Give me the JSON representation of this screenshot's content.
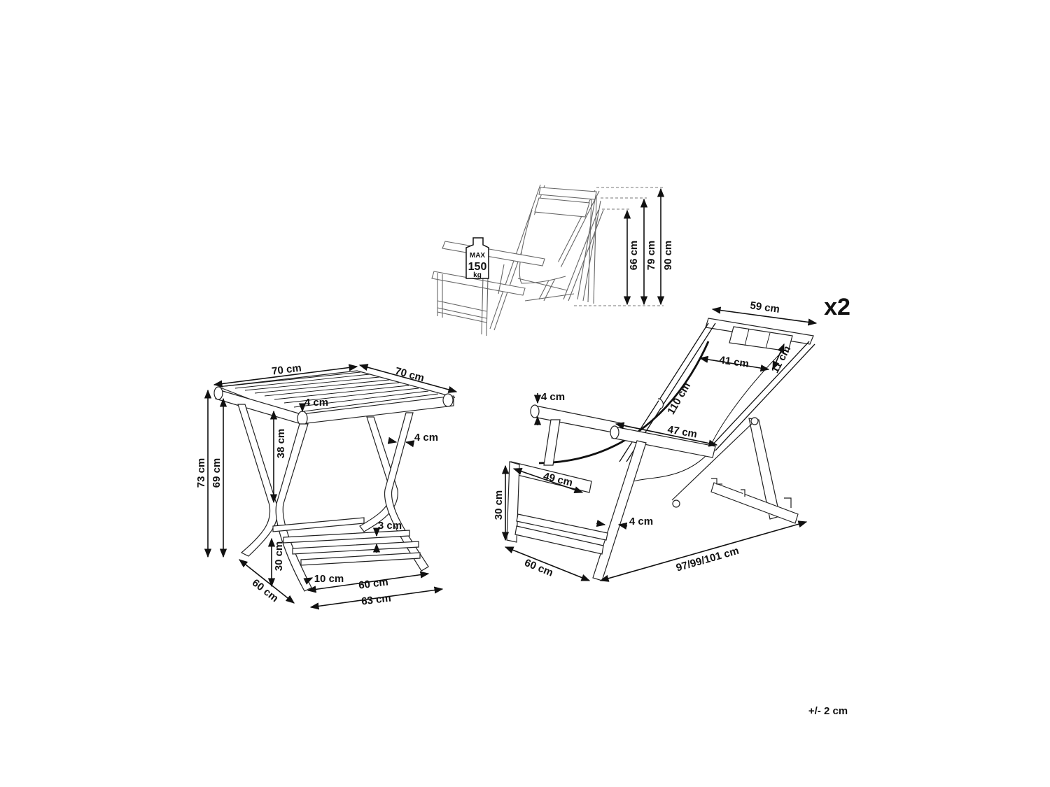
{
  "multiplier": "x2",
  "tolerance": "+/- 2 cm",
  "weight_badge": {
    "top": "MAX",
    "value": "150",
    "unit": "kg"
  },
  "table_dims": {
    "top_width": "70 cm",
    "top_depth": "70 cm",
    "slat_thickness": "4 cm",
    "height_73": "73 cm",
    "height_69": "69 cm",
    "leg_38": "38 cm",
    "leg_width": "4 cm",
    "bar_3": "3 cm",
    "lower_30": "30 cm",
    "gap_10": "10 cm",
    "base_60": "60 cm",
    "base_63": "63 cm",
    "side_60": "60 cm"
  },
  "chair_small_dims": {
    "h66": "66 cm",
    "h79": "79 cm",
    "h90": "90 cm"
  },
  "chair_dims": {
    "top_width": "59 cm",
    "seat_inner": "41 cm",
    "headrest": "11 cm",
    "seat_length": "110 cm",
    "arm_thickness": "4 cm",
    "arm_width": "47 cm",
    "arm_length": "49 cm",
    "arm_height": "30 cm",
    "leg_width": "4 cm",
    "depth": "60 cm",
    "length": "97/99/101 cm"
  }
}
